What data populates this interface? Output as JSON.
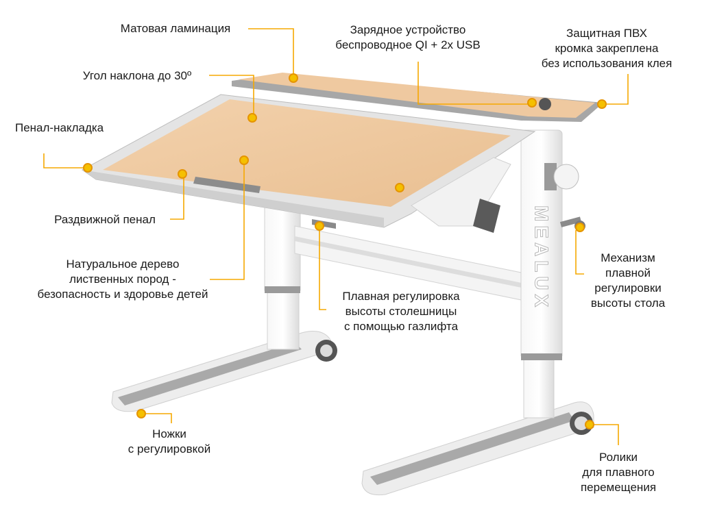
{
  "brand_text": "MEALUX",
  "colors": {
    "accent": "#f5a800",
    "frame": "#e6e6e6",
    "grey": "#9a9a9a",
    "wood": "#efc9a0"
  },
  "callouts": {
    "matte_lamination": "Матовая ламинация",
    "tilt_angle": "Угол наклона до 30º",
    "pencil_overlay": "Пенал-накладка",
    "sliding_case": "Раздвижной пенал",
    "natural_wood": "Натуральное дерево\nлиственных пород -\nбезопасность и здоровье детей",
    "charger": "Зарядное устройство\nбеспроводное QI + 2x USB",
    "pvc_edge": "Защитная ПВХ\nкромка закреплена\nбез использования клея",
    "height_mechanism": "Механизм\nплавной\nрегулировки\nвысоты стола",
    "gas_lift": "Плавная регулировка\nвысоты столешницы\nс помощью газлифта",
    "adjustable_feet": "Ножки\nс регулировкой",
    "casters": "Ролики\nдля плавного\nперемещения"
  }
}
